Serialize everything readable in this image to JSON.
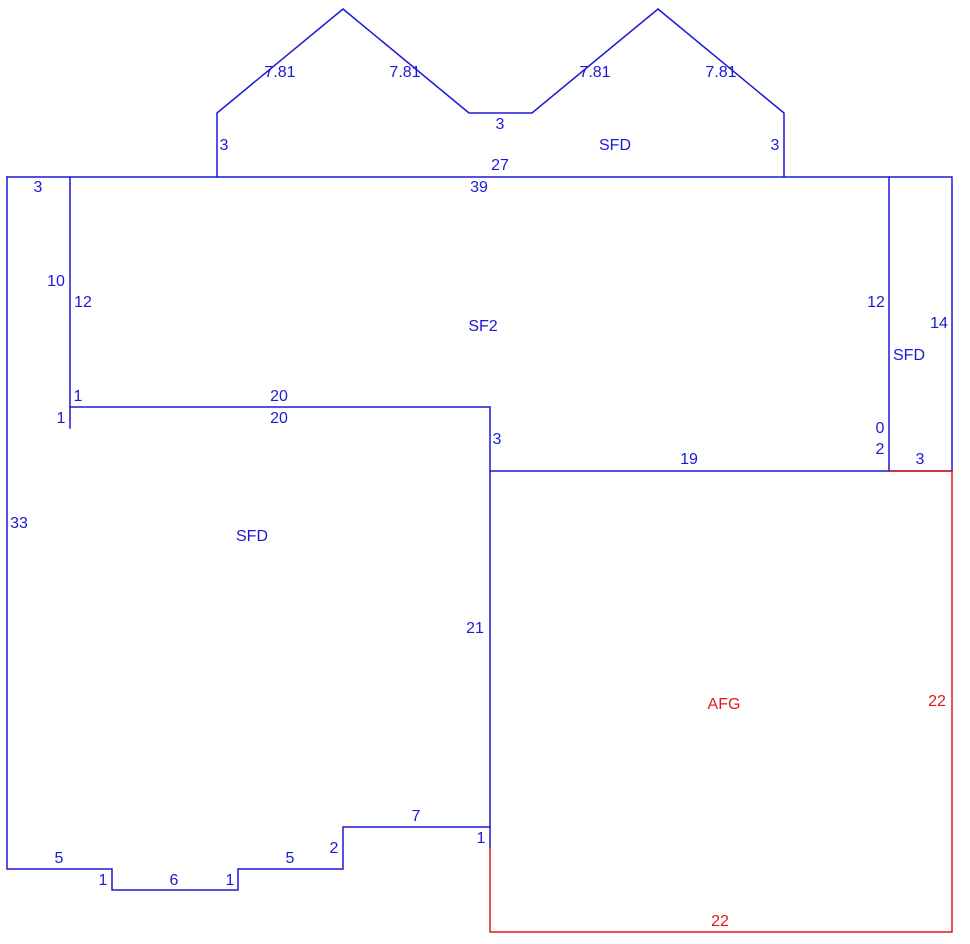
{
  "colors": {
    "structure": "#1a1ad6",
    "garage": "#e01818",
    "background": "#ffffff"
  },
  "areas": {
    "top_sfd": "SFD",
    "sf2": "SF2",
    "right_sfd": "SFD",
    "main_sfd": "SFD",
    "afg": "AFG"
  },
  "dimensions": {
    "roof_slope_1": "7.81",
    "roof_slope_2": "7.81",
    "roof_slope_3": "7.81",
    "roof_slope_4": "7.81",
    "roof_valley": "3",
    "top_left_wall": "3",
    "top_right_wall": "3",
    "top_base": "27",
    "sf2_top": "39",
    "left_strip_top": "3",
    "left_strip_side": "10",
    "sf2_left": "12",
    "sf2_right": "12",
    "right_sfd_side": "14",
    "sf2_step_top": "1",
    "sf2_bottom_left": "20",
    "sfd_top_left": "20",
    "sfd_step_left": "1",
    "sf2_step_right": "3",
    "sf2_bottom_right": "19",
    "sf2_corner_zero": "0",
    "sf2_corner_two": "2",
    "right_sfd_bottom": "3",
    "sfd_left_wall": "33",
    "sfd_right_wall": "21",
    "sfd_bottom_7": "7",
    "sfd_step_1": "1",
    "sfd_step_2": "2",
    "sfd_bottom_5_right": "5",
    "sfd_bottom_5_left": "5",
    "sfd_notch_left": "1",
    "sfd_notch_bottom": "6",
    "sfd_notch_right": "1",
    "afg_right": "22",
    "afg_bottom": "22"
  }
}
